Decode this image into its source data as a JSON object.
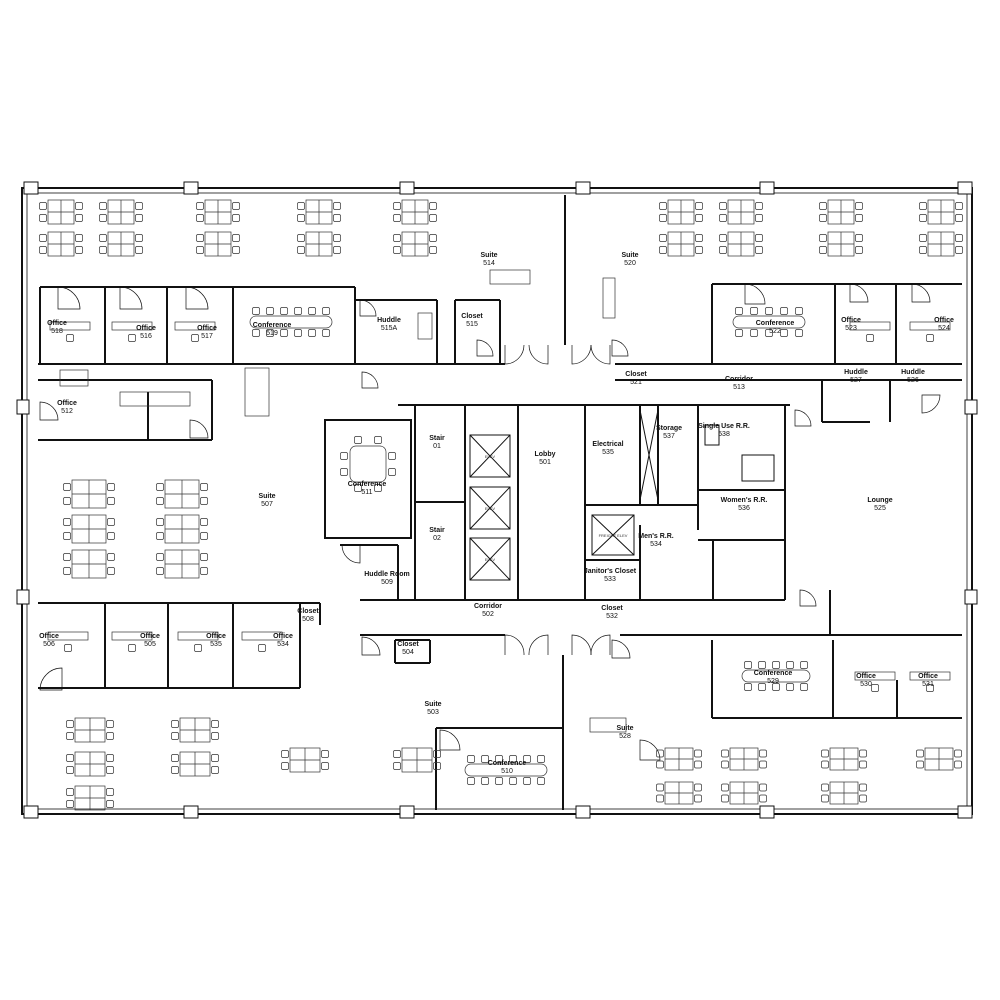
{
  "rooms": [
    {
      "id": "office-518",
      "name": "Office",
      "number": "518"
    },
    {
      "id": "office-516",
      "name": "Office",
      "number": "516"
    },
    {
      "id": "office-517",
      "name": "Office",
      "number": "517"
    },
    {
      "id": "conf-519",
      "name": "Conference",
      "number": "519"
    },
    {
      "id": "huddle-515a",
      "name": "Huddle",
      "number": "515A"
    },
    {
      "id": "suite-514",
      "name": "Suite",
      "number": "514"
    },
    {
      "id": "closet-515",
      "name": "Closet",
      "number": "515"
    },
    {
      "id": "suite-520",
      "name": "Suite",
      "number": "520"
    },
    {
      "id": "conf-522",
      "name": "Conference",
      "number": "522"
    },
    {
      "id": "office-523",
      "name": "Office",
      "number": "523"
    },
    {
      "id": "office-524",
      "name": "Office",
      "number": "524"
    },
    {
      "id": "closet-521",
      "name": "Closet",
      "number": "521"
    },
    {
      "id": "corridor-513",
      "name": "Corridor",
      "number": "513"
    },
    {
      "id": "huddle-527",
      "name": "Huddle",
      "number": "527"
    },
    {
      "id": "huddle-526",
      "name": "Huddle",
      "number": "526"
    },
    {
      "id": "office-512",
      "name": "Office",
      "number": "512"
    },
    {
      "id": "suite-507",
      "name": "Suite",
      "number": "507"
    },
    {
      "id": "conf-511",
      "name": "Conference",
      "number": "511"
    },
    {
      "id": "stair-01",
      "name": "Stair",
      "number": "01"
    },
    {
      "id": "stair-02",
      "name": "Stair",
      "number": "02"
    },
    {
      "id": "lobby-501",
      "name": "Lobby",
      "number": "501"
    },
    {
      "id": "electrical-535",
      "name": "Electrical",
      "number": "535"
    },
    {
      "id": "storage-537",
      "name": "Storage",
      "number": "537"
    },
    {
      "id": "single-rr-538",
      "name": "Single Use R.R.",
      "number": "538"
    },
    {
      "id": "womens-rr-536",
      "name": "Women's R.R.",
      "number": "536"
    },
    {
      "id": "lounge-525",
      "name": "Lounge",
      "number": "525"
    },
    {
      "id": "mens-rr-534",
      "name": "Men's R.R.",
      "number": "534"
    },
    {
      "id": "janitor-533",
      "name": "Janitor's Closet",
      "number": "533"
    },
    {
      "id": "huddle-room-509",
      "name": "Huddle Room",
      "number": "509"
    },
    {
      "id": "closet-508",
      "name": "Closet",
      "number": "508"
    },
    {
      "id": "corridor-502",
      "name": "Corridor",
      "number": "502"
    },
    {
      "id": "closet-532",
      "name": "Closet",
      "number": "532"
    },
    {
      "id": "office-506",
      "name": "Office",
      "number": "506"
    },
    {
      "id": "office-505",
      "name": "Office",
      "number": "505"
    },
    {
      "id": "office-535b",
      "name": "Office",
      "number": "535"
    },
    {
      "id": "office-534b",
      "name": "Office",
      "number": "534"
    },
    {
      "id": "closet-504",
      "name": "Closet",
      "number": "504"
    },
    {
      "id": "suite-503",
      "name": "Suite",
      "number": "503"
    },
    {
      "id": "conf-510",
      "name": "Conference",
      "number": "510"
    },
    {
      "id": "conf-529",
      "name": "Conference",
      "number": "529"
    },
    {
      "id": "office-530",
      "name": "Office",
      "number": "530"
    },
    {
      "id": "office-531",
      "name": "Office",
      "number": "531"
    },
    {
      "id": "suite-528",
      "name": "Suite",
      "number": "528"
    }
  ],
  "elevators": [
    "ELEV",
    "ELEV",
    "ELEV"
  ],
  "freight_elevator": "FREIGHT ELEV",
  "stroke_color": "#111111",
  "furniture_color": "#333333"
}
